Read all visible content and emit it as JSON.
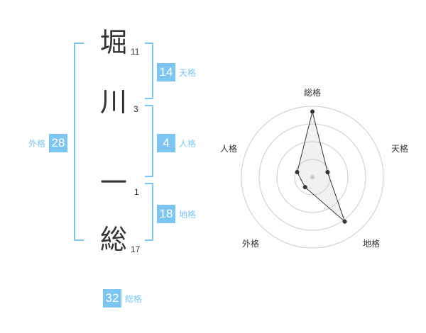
{
  "name_chars": [
    {
      "char": "堀",
      "strokes": "11"
    },
    {
      "char": "川",
      "strokes": "3"
    },
    {
      "char": "一",
      "strokes": "1"
    },
    {
      "char": "総",
      "strokes": "17"
    }
  ],
  "kakusu": {
    "tenkaku": {
      "value": "14",
      "label": "天格"
    },
    "jinkaku": {
      "value": "4",
      "label": "人格"
    },
    "chikaku": {
      "value": "18",
      "label": "地格"
    },
    "gaikaku": {
      "value": "28",
      "label": "外格"
    },
    "soukaku": {
      "value": "32",
      "label": "総格"
    }
  },
  "colors": {
    "accent": "#7ec6f2",
    "text": "#333333",
    "grid": "#cccccc"
  },
  "chart_data": {
    "type": "radar",
    "axes": [
      "総格",
      "天格",
      "地格",
      "外格",
      "人格"
    ],
    "levels": 4,
    "max": 4,
    "values": [
      3.7,
      0.9,
      3.1,
      0.7,
      0.9
    ]
  }
}
